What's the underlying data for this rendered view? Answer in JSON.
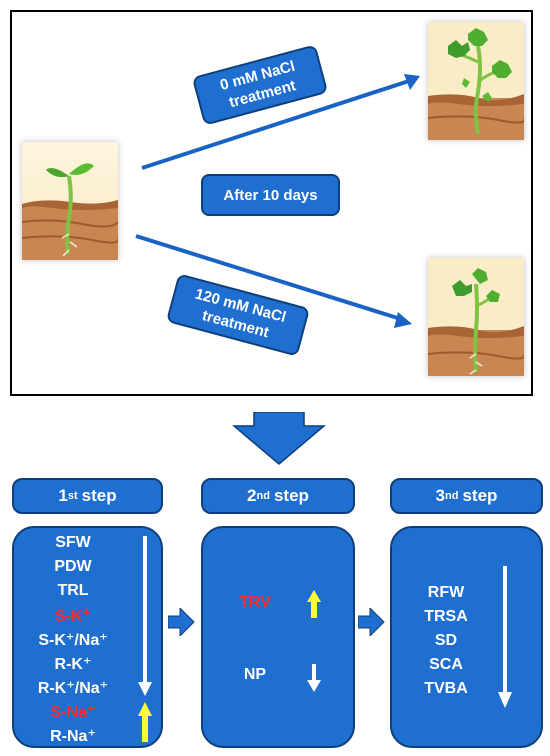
{
  "top": {
    "label_control": [
      "0 mM NaCl",
      "treatment"
    ],
    "label_duration": "After 10 days",
    "label_salt": [
      "120 mM NaCl",
      "treatment"
    ]
  },
  "steps": [
    {
      "header": {
        "number": "1",
        "suffix": "st",
        "word": "step"
      },
      "params": [
        {
          "text": "SFW",
          "color": "#ffffff"
        },
        {
          "text": "PDW",
          "color": "#ffffff"
        },
        {
          "text": "TRL",
          "color": "#ffffff"
        },
        {
          "text": "S-K⁺",
          "color": "#ff2a2a"
        },
        {
          "text": "S-K⁺/Na⁺",
          "color": "#ffffff"
        },
        {
          "text": "R-K⁺",
          "color": "#ffffff"
        },
        {
          "text": "R-K⁺/Na⁺",
          "color": "#ffffff"
        },
        {
          "text": "S-Na⁺",
          "color": "#ff2a2a"
        },
        {
          "text": "R-Na⁺",
          "color": "#ffffff"
        }
      ]
    },
    {
      "header": {
        "number": "2",
        "suffix": "nd",
        "word": "step"
      },
      "params": [
        {
          "text": "TRV",
          "color": "#ff2a2a"
        },
        {
          "text": "NP",
          "color": "#ffffff"
        }
      ]
    },
    {
      "header": {
        "number": "3",
        "suffix": "nd",
        "word": "step"
      },
      "params": [
        {
          "text": "RFW",
          "color": "#ffffff"
        },
        {
          "text": "TRSA",
          "color": "#ffffff"
        },
        {
          "text": "SD",
          "color": "#ffffff"
        },
        {
          "text": "SCA",
          "color": "#ffffff"
        },
        {
          "text": "TVBA",
          "color": "#ffffff"
        }
      ]
    }
  ],
  "colors": {
    "box_blue": "#1f6fd0",
    "border_blue": "#0e3f7a",
    "arrow_blue": "#1a62c4",
    "highlight_red": "#ff2a2a",
    "up_arrow_yellow": "#ffff33",
    "down_arrow_white": "#ffffff"
  },
  "icons": [
    "seedling-icon",
    "cucumber-plant-icon",
    "down-arrow-icon",
    "right-arrow-icon",
    "up-arrow-icon"
  ]
}
